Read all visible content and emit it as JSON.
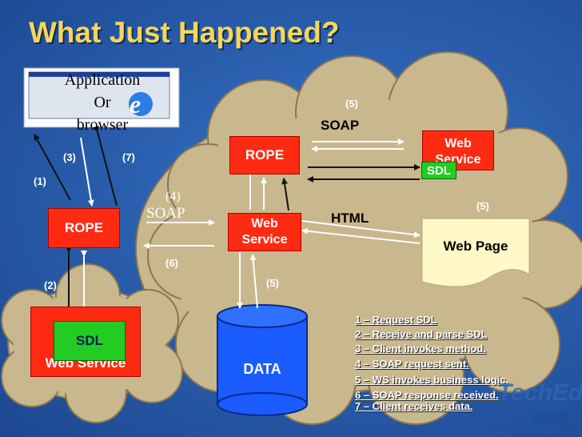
{
  "title": "What Just Happened?",
  "client": {
    "app_lines": [
      "Application",
      "Or",
      "browser"
    ],
    "rope": "ROPE",
    "web_service": "Web Service",
    "sdl": "SDL"
  },
  "server": {
    "rope": "ROPE",
    "web_service": "Web Service",
    "data": "DATA",
    "remote_web_service": "Web Service",
    "sdl": "SDL",
    "web_page": "Web Page"
  },
  "labels": {
    "n1": "(1)",
    "n2": "(2)",
    "n3": "(3)",
    "n7": "(7)",
    "n4": "(4)",
    "soap_left": "SOAP",
    "n6": "(6)",
    "n5_top": "(5)",
    "soap_top": "SOAP",
    "html": "HTML",
    "n5_right": "(5)",
    "n5_data": "(5)"
  },
  "steps": [
    "1 – Request SDL",
    "2 – Receive and parse SDL",
    "3 – Client invokes method.",
    "4 – SOAP request sent.",
    "5 – WS invokes business logic.",
    "6 – SOAP response received.",
    "7 – Client receives data."
  ],
  "logo": {
    "brand": "TechEd",
    "edition": "2000"
  },
  "colors": {
    "background": "#2a5fae",
    "title": "#f5d65a",
    "cloud": "#c9b78e",
    "red": "#ff2a12",
    "green": "#22cc22",
    "data_cylinder": "#1a5cff",
    "note": "#fff8c8"
  }
}
